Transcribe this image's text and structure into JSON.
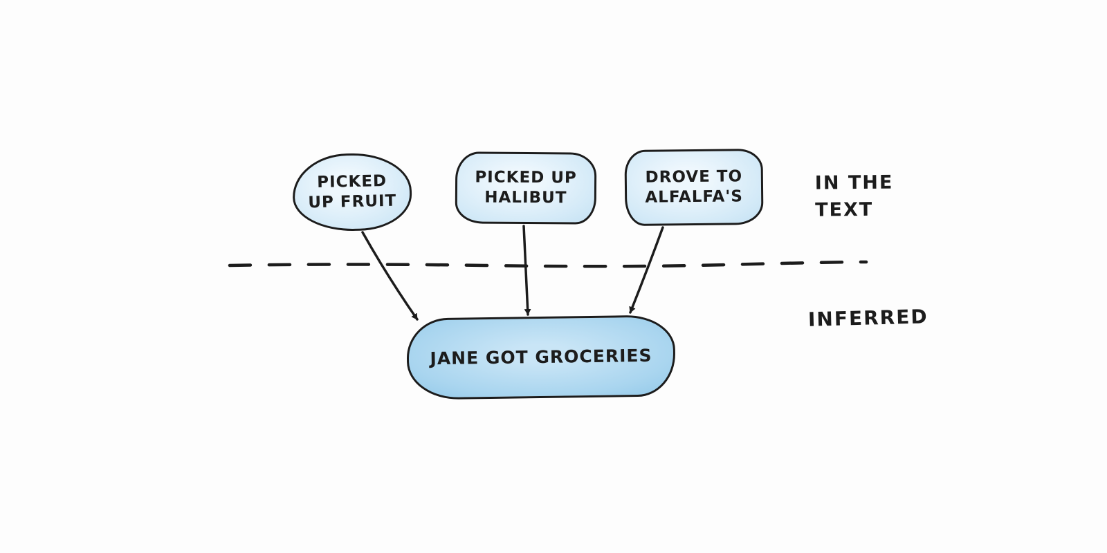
{
  "diagram": {
    "top_nodes": [
      {
        "id": "fruit",
        "label": "PICKED UP FRUIT"
      },
      {
        "id": "halibut",
        "label": "PICKED UP HALIBUT"
      },
      {
        "id": "alfalfa",
        "label": "DROVE TO ALFALFA'S"
      }
    ],
    "bottom_node": {
      "id": "groceries",
      "label": "JANE GOT GROCERIES"
    },
    "region_labels": {
      "above_line": "IN THE TEXT",
      "below_line": "INFERRED"
    },
    "colors": {
      "ink": "#1c1c1c",
      "node_fill_light": "#d2e9f7",
      "node_fill_strong": "#a9d5ef",
      "background": "#fdfdfd"
    }
  }
}
